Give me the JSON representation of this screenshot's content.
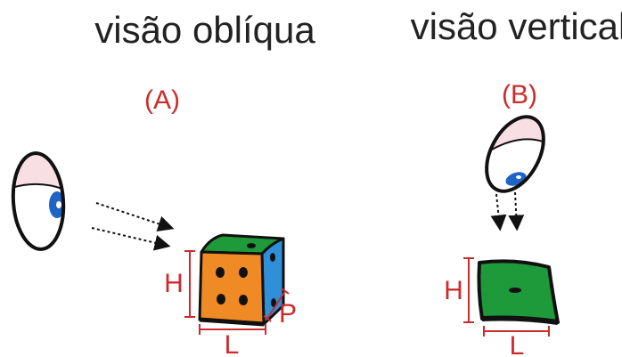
{
  "left_view": {
    "title": "visão oblíqua",
    "panel_label": "(A)",
    "dims": {
      "height": "H",
      "length": "L",
      "depth": "P"
    }
  },
  "right_view": {
    "title": "visão vertical",
    "panel_label": "(B)",
    "dims": {
      "height": "H",
      "length": "L"
    }
  },
  "colors": {
    "label_red": "#cc2b2b",
    "title_text": "#222222",
    "die_top_green": "#1e9a3a",
    "die_front_orange": "#f08a24",
    "die_side_blue": "#2f8fd8",
    "eye_iris_blue": "#1f63c4",
    "eyelid_pink": "#f7dfe3"
  },
  "icons": [
    "eye-icon",
    "dashed-arrow-icon",
    "die-icon",
    "square-tile-icon"
  ]
}
